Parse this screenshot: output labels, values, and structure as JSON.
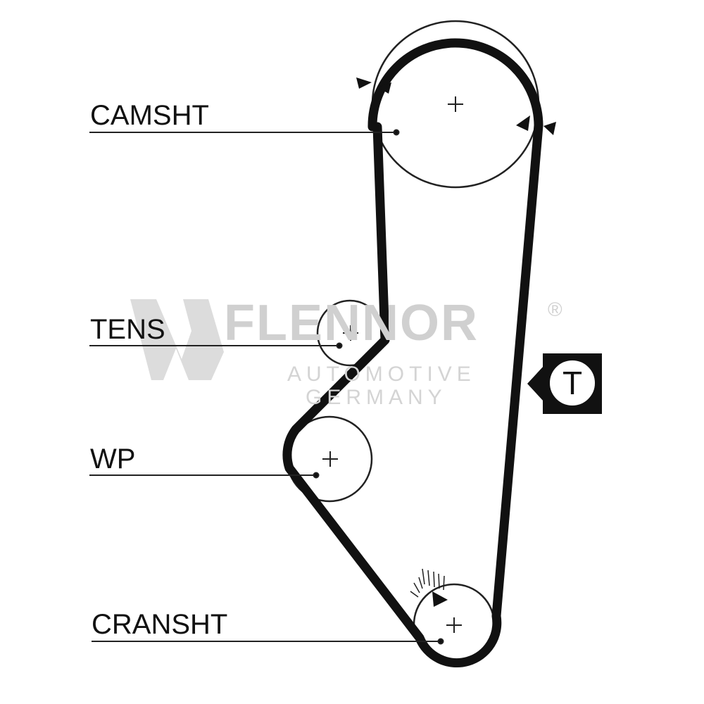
{
  "labels": {
    "camshaft": "CAMSHT",
    "tensioner": "TENS",
    "water_pump": "WP",
    "crankshaft": "CRANSHT"
  },
  "tension_symbol": "T",
  "watermark": {
    "brand": "FLENNOR",
    "registered": "®",
    "line1": "AUTOMOTIVE",
    "line2": "GERMANY"
  },
  "colors": {
    "belt": "#111111",
    "lines": "#222222",
    "watermark": "#d0d0d0"
  }
}
